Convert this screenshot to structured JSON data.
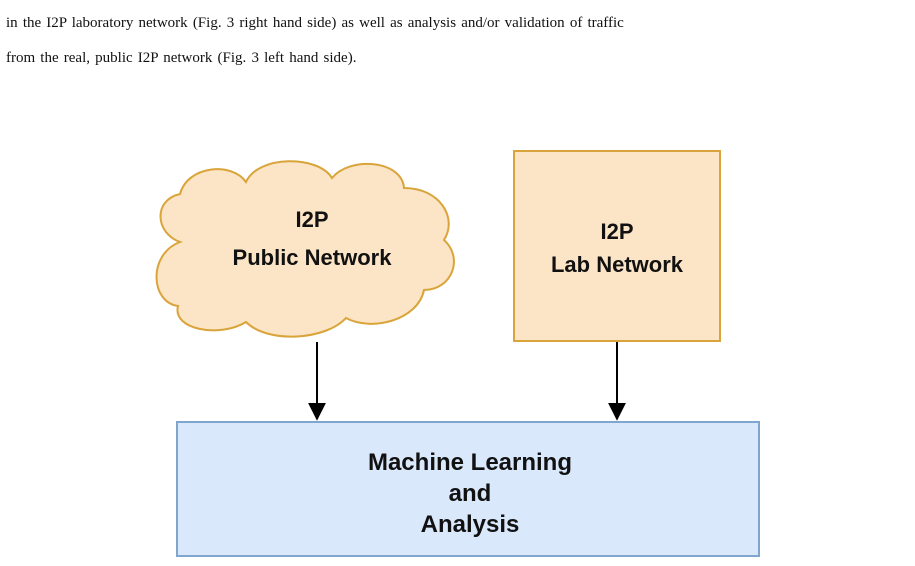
{
  "paragraph": {
    "line1": "in the I2P laboratory network (Fig. 3 right hand side) as well as analysis and/or validation of traffic",
    "line2": "from the real, public I2P network (Fig. 3 left hand side)."
  },
  "diagram": {
    "public_network": {
      "line1": "I2P",
      "line2": "Public Network"
    },
    "lab_network": {
      "line1": "I2P",
      "line2": "Lab Network"
    },
    "analysis": {
      "line1": "Machine Learning",
      "line2": "and",
      "line3": "Analysis"
    },
    "colors": {
      "source_fill": "#fce5c6",
      "source_stroke": "#d9a43a",
      "analysis_fill": "#dae8fc",
      "analysis_stroke": "#7ea6cf",
      "arrow": "#000000"
    }
  }
}
